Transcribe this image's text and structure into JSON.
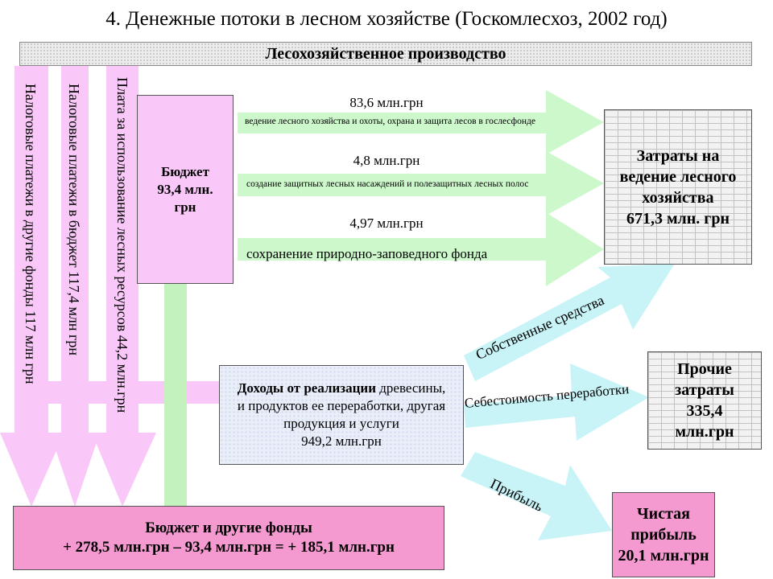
{
  "title": "4. Денежные потоки в лесном хозяйстве (Госкомлесхоз, 2002 год)",
  "production": "Лесохозяйственное производство",
  "vertical_flows": [
    {
      "label": "Налоговые платежи в другие фонды 117 млн грн"
    },
    {
      "label": "Налоговые платежи в бюджет 117,4 млн грн"
    },
    {
      "label": "Плата за использование лесных ресурсов 44,2 млн.грн"
    }
  ],
  "budget": {
    "line1": "Бюджет",
    "line2": "93,4 млн.",
    "line3": "грн"
  },
  "budget_flows": [
    {
      "amount": "83,6 млн.грн",
      "desc": "ведение лесного хозяйства и охоты, охрана и защита лесов в гослесфонде"
    },
    {
      "amount": "4,8 млн.грн",
      "desc": "создание защитных лесных насаждений и полезащитных лесных полос"
    },
    {
      "amount": "4,97 млн.грн",
      "desc": "сохранение природно-заповедного фонда"
    }
  ],
  "costs": {
    "line1": "Затраты на",
    "line2": "ведение лесного",
    "line3": "хозяйства",
    "line4": "671,3 млн. грн"
  },
  "income": {
    "bold": "Доходы от реализации",
    "rest1": " древесины,",
    "line2": "и продуктов ее переработки, другая",
    "line3": "продукция и услуги",
    "line4": "949,2 млн.грн"
  },
  "income_flows": {
    "own": "Собственные средства",
    "cost": "Себестоимость переработки",
    "profit": "Прибыль"
  },
  "other_costs": {
    "line1": "Прочие",
    "line2": "затраты",
    "line3": "335,4",
    "line4": "млн.грн"
  },
  "net_profit": {
    "line1": "Чистая",
    "line2": "прибыль",
    "line3": "20,1 млн.грн"
  },
  "funds": {
    "line1": "Бюджет и другие фонды",
    "line2": "+ 278,5 млн.грн – 93,4 млн.грн = + 185,1 млн.грн"
  },
  "colors": {
    "pink_arrow": "#f9c7f8",
    "green_arrow": "#cdf8cb",
    "cyan_arrow": "#c8f4f8",
    "green_bar": "#c3f2bf",
    "hot_pink": "#f59ad0"
  }
}
